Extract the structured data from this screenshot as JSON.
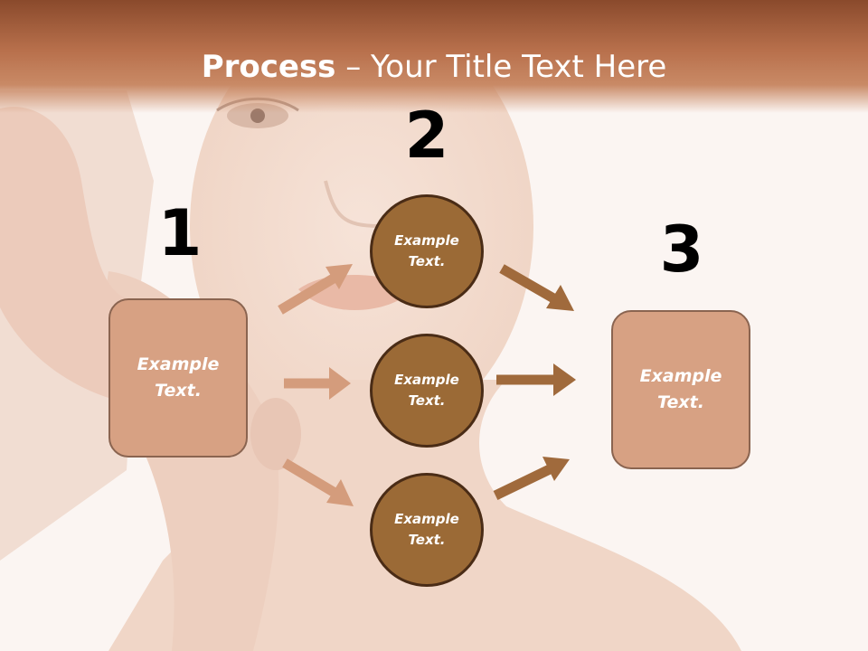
{
  "title": {
    "bold": "Process",
    "rest": " – Your Title Text Here"
  },
  "steps": {
    "one": "1",
    "two": "2",
    "three": "3"
  },
  "box_left": {
    "line1": "Example",
    "line2": "Text."
  },
  "box_right": {
    "line1": "Example",
    "line2": "Text."
  },
  "circles": [
    {
      "line1": "Example",
      "line2": "Text."
    },
    {
      "line1": "Example",
      "line2": "Text."
    },
    {
      "line1": "Example",
      "line2": "Text."
    }
  ],
  "colors": {
    "banner": "#b8704c",
    "box_fill": "#d7a183",
    "circle_fill": "#9b6a36",
    "arrow_light": "#d49c7c",
    "arrow_dark": "#a06a3c"
  },
  "icons": {
    "background": "portrait-photo",
    "arrow": "arrow-right-icon"
  }
}
